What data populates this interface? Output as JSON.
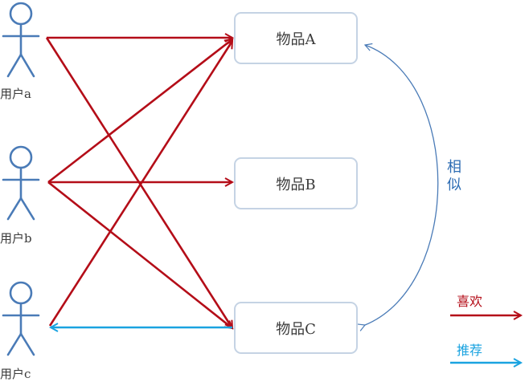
{
  "users": [
    {
      "id": "a",
      "label": "用户a"
    },
    {
      "id": "b",
      "label": "用户b"
    },
    {
      "id": "c",
      "label": "用户c"
    }
  ],
  "items": [
    {
      "id": "A",
      "label": "物品A"
    },
    {
      "id": "B",
      "label": "物品B"
    },
    {
      "id": "C",
      "label": "物品C"
    }
  ],
  "edges": {
    "like": [
      {
        "from": "a",
        "to": "A"
      },
      {
        "from": "a",
        "to": "C"
      },
      {
        "from": "b",
        "to": "A"
      },
      {
        "from": "b",
        "to": "B"
      },
      {
        "from": "b",
        "to": "C"
      },
      {
        "from": "c",
        "to": "A"
      }
    ],
    "recommend": [
      {
        "from": "C",
        "to": "c"
      }
    ],
    "similar": [
      {
        "from": "A",
        "to": "C"
      }
    ]
  },
  "similar_label": "相似",
  "legend": {
    "like_label": "喜欢",
    "recommend_label": "推荐"
  },
  "colors": {
    "like": "#b40d18",
    "recommend": "#1aa3e0",
    "similar": "#4a7bb7",
    "user_icon": "#4a7bb7",
    "item_border": "#c5d3e4"
  }
}
